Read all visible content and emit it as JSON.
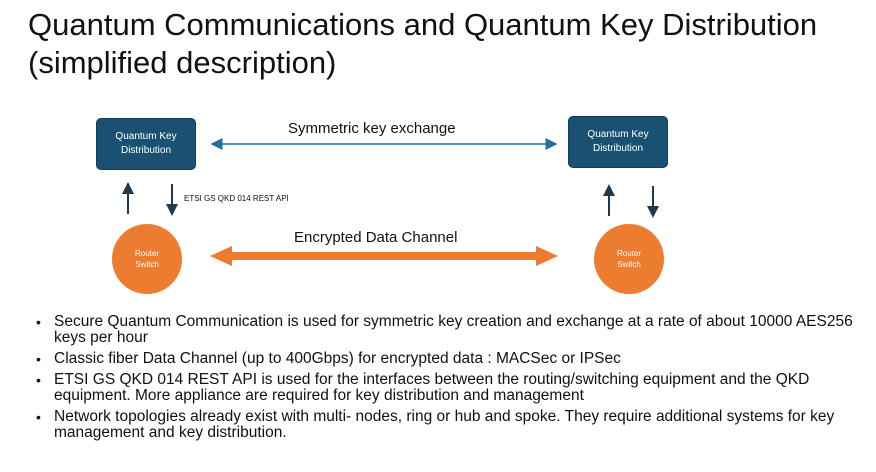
{
  "title": "Quantum Communications and Quantum Key Distribution (simplified description)",
  "diagram": {
    "qkd_left_label": "Quantum Key\nDistribution",
    "qkd_right_label": "Quantum Key\nDistribution",
    "router_left_label": "Router\nSwitch",
    "router_right_label": "Router\nSwitch",
    "symmetric_label": "Symmetric key exchange",
    "encrypted_label": "Encrypted Data Channel",
    "api_label": "ETSI GS QKD 014 REST API"
  },
  "colors": {
    "qkd_box": "#1a5173",
    "router": "#ec7c30",
    "arrow_dark": "#1f3a4d",
    "arrow_blue": "#1f6fa3"
  },
  "bullets": [
    "Secure Quantum Communication is used for symmetric key creation and exchange at a rate of about 10000 AES256  keys per hour",
    "Classic fiber Data Channel (up to 400Gbps) for encrypted data : MACSec or IPSec",
    "ETSI GS QKD 014 REST API  is used for the interfaces between the routing/switching equipment and the QKD equipment.  More appliance are required for key distribution and management",
    "Network topologies already exist with multi- nodes, ring or hub and spoke. They require additional systems for key management and key distribution."
  ]
}
